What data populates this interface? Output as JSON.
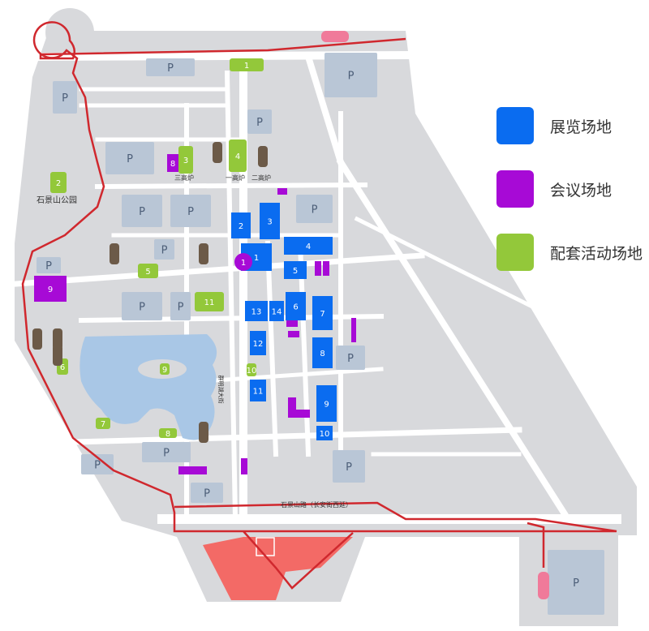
{
  "legend": [
    {
      "label": "展览场地",
      "color": "#0a6cf0",
      "type": "exhibition"
    },
    {
      "label": "会议场地",
      "color": "#a70ad6",
      "type": "meeting"
    },
    {
      "label": "配套活动场地",
      "color": "#93c83a",
      "type": "activity"
    }
  ],
  "colors": {
    "ground": "#d8d9dc",
    "road": "#ffffff",
    "parking": "#b9c6d6",
    "lake": "#a9c7e6",
    "route": "#d0282e",
    "red_zone": "#f36a66"
  },
  "labels": {
    "shijingshan_park": "石景山公园",
    "furnace_1": "一高炉",
    "furnace_2": "二高炉",
    "furnace_3": "三高炉",
    "main_road": "石景山路（长安街西延）",
    "avenue": "群明湖大街",
    "parking_symbol": "P"
  },
  "venues": {
    "exhibition": [
      "1",
      "2",
      "3",
      "4",
      "5",
      "6",
      "7",
      "8",
      "9",
      "10",
      "11",
      "12",
      "13",
      "14"
    ],
    "meeting": [
      "1",
      "8",
      "9"
    ],
    "activity": [
      "1",
      "2",
      "3",
      "4",
      "5",
      "6",
      "7",
      "8",
      "9",
      "10",
      "11"
    ]
  }
}
